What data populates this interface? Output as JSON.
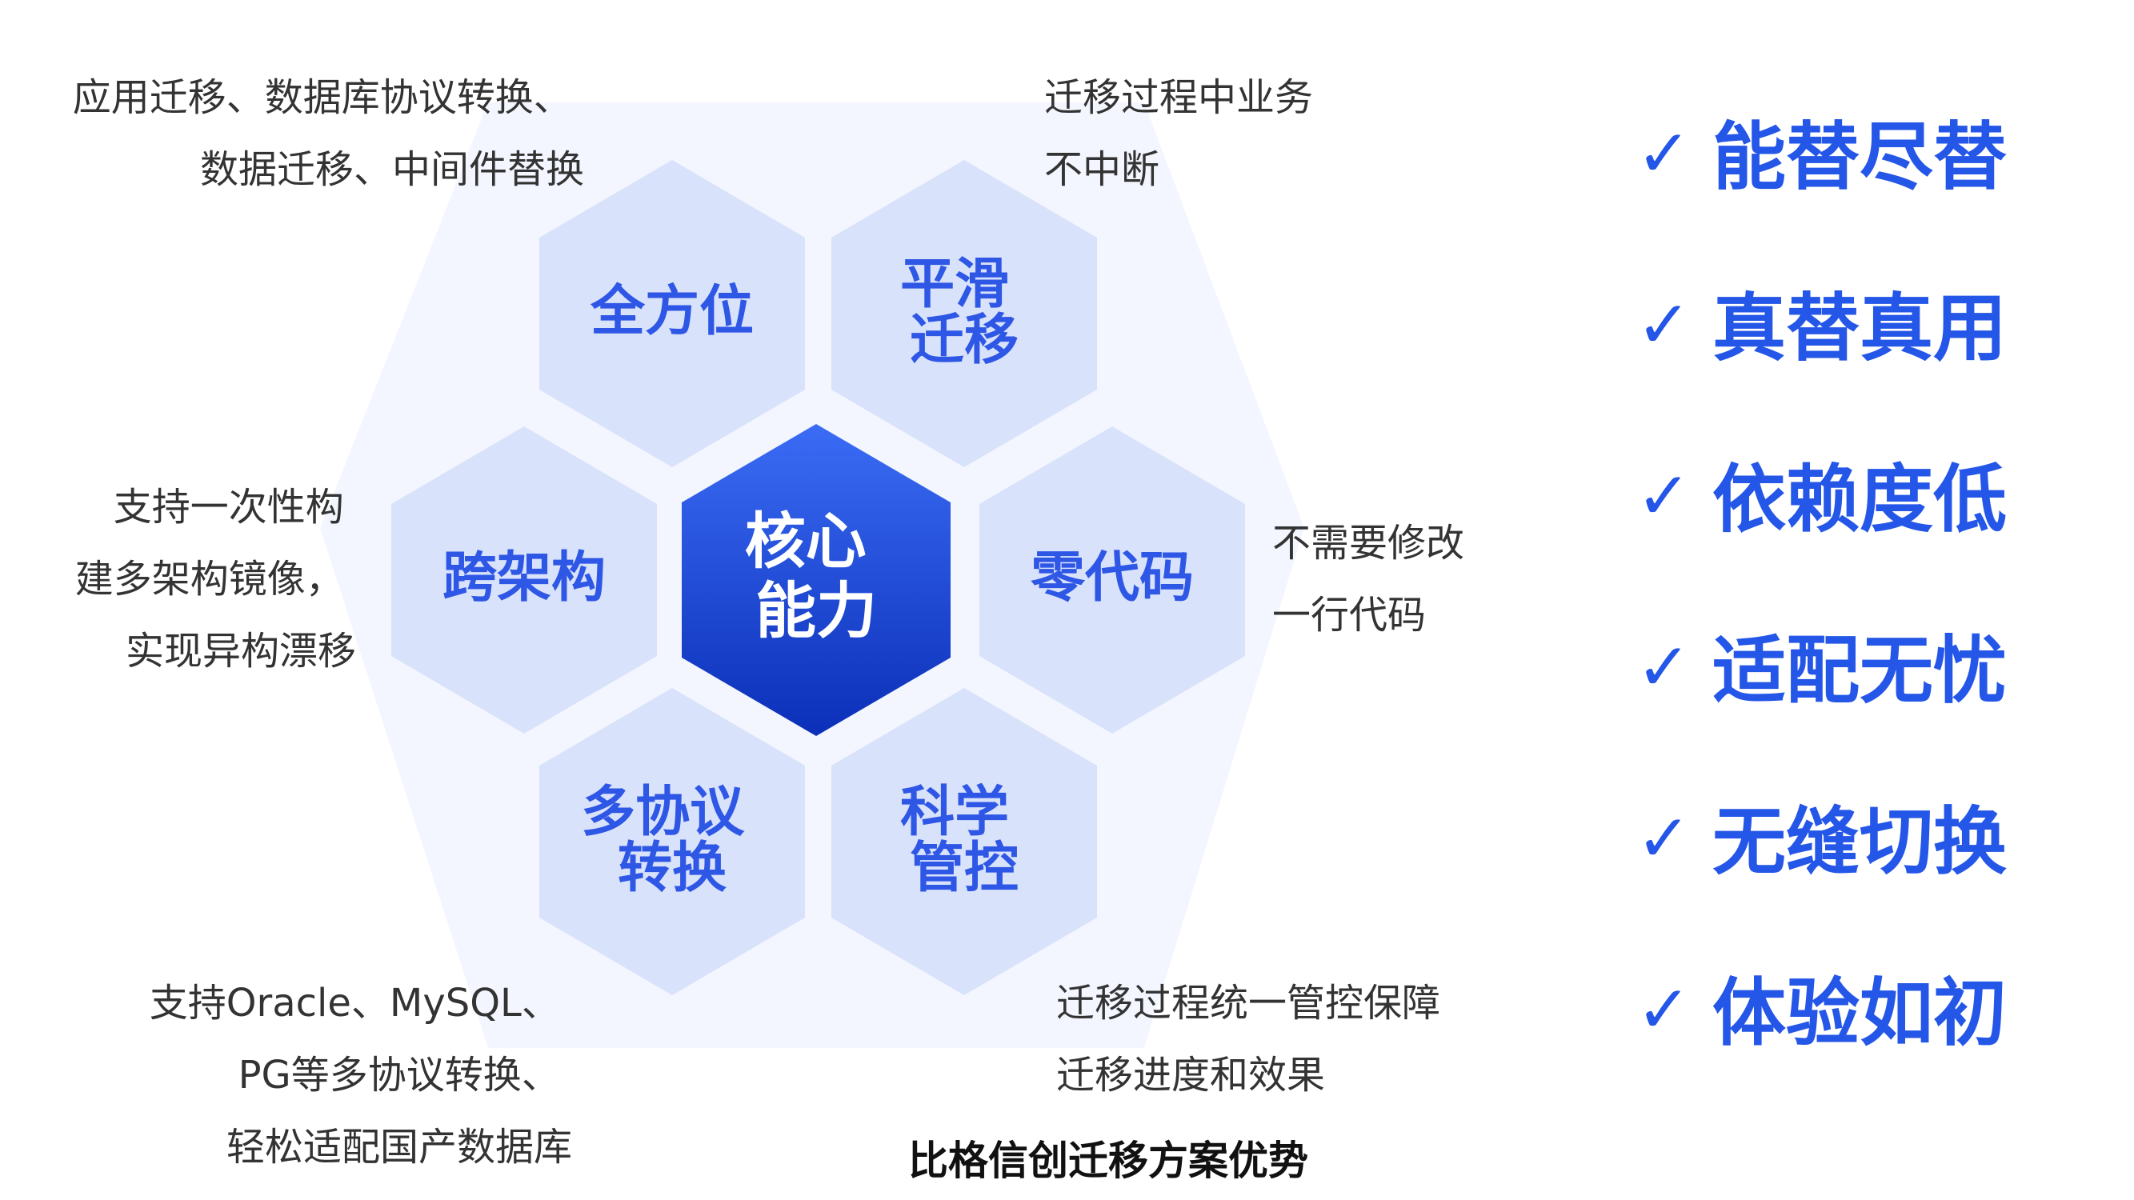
{
  "center": {
    "line1": "核心",
    "line2": "能力"
  },
  "capabilities": [
    {
      "id": "full",
      "lines": [
        "全方位"
      ]
    },
    {
      "id": "smooth",
      "lines": [
        "平滑",
        "迁移"
      ]
    },
    {
      "id": "cross",
      "lines": [
        "跨架构"
      ]
    },
    {
      "id": "zero",
      "lines": [
        "零代码"
      ]
    },
    {
      "id": "multi",
      "lines": [
        "多协议",
        "转换"
      ]
    },
    {
      "id": "science",
      "lines": [
        "科学",
        "管控"
      ]
    }
  ],
  "notes": [
    {
      "id": "full",
      "lines": [
        "应用迁移、数据库协议转换、",
        "数据迁移、中间件替换"
      ]
    },
    {
      "id": "smooth",
      "lines": [
        "迁移过程中业务",
        "不中断"
      ]
    },
    {
      "id": "cross",
      "lines": [
        "支持一次性构",
        "建多架构镜像，",
        "实现异构漂移"
      ]
    },
    {
      "id": "zero",
      "lines": [
        "不需要修改",
        "一行代码"
      ]
    },
    {
      "id": "multi",
      "lines": [
        "支持Oracle、MySQL、",
        "PG等多协议转换、",
        "轻松适配国产数据库"
      ]
    },
    {
      "id": "science",
      "lines": [
        "迁移过程统一管控保障",
        "迁移进度和效果"
      ]
    }
  ],
  "advantages": {
    "check_mark": "✓",
    "items": [
      "能替尽替",
      "真替真用",
      "依赖度低",
      "适配无忧",
      "无缝切换",
      "体验如初"
    ]
  },
  "caption": "比格信创迁移方案优势",
  "colors": {
    "hex_fill": "#d9e2fb",
    "outer_hex_fill": "#f3f6fe",
    "center_top": "#3b6cf5",
    "center_bottom": "#0b2fb8",
    "accent": "#2456e8"
  }
}
